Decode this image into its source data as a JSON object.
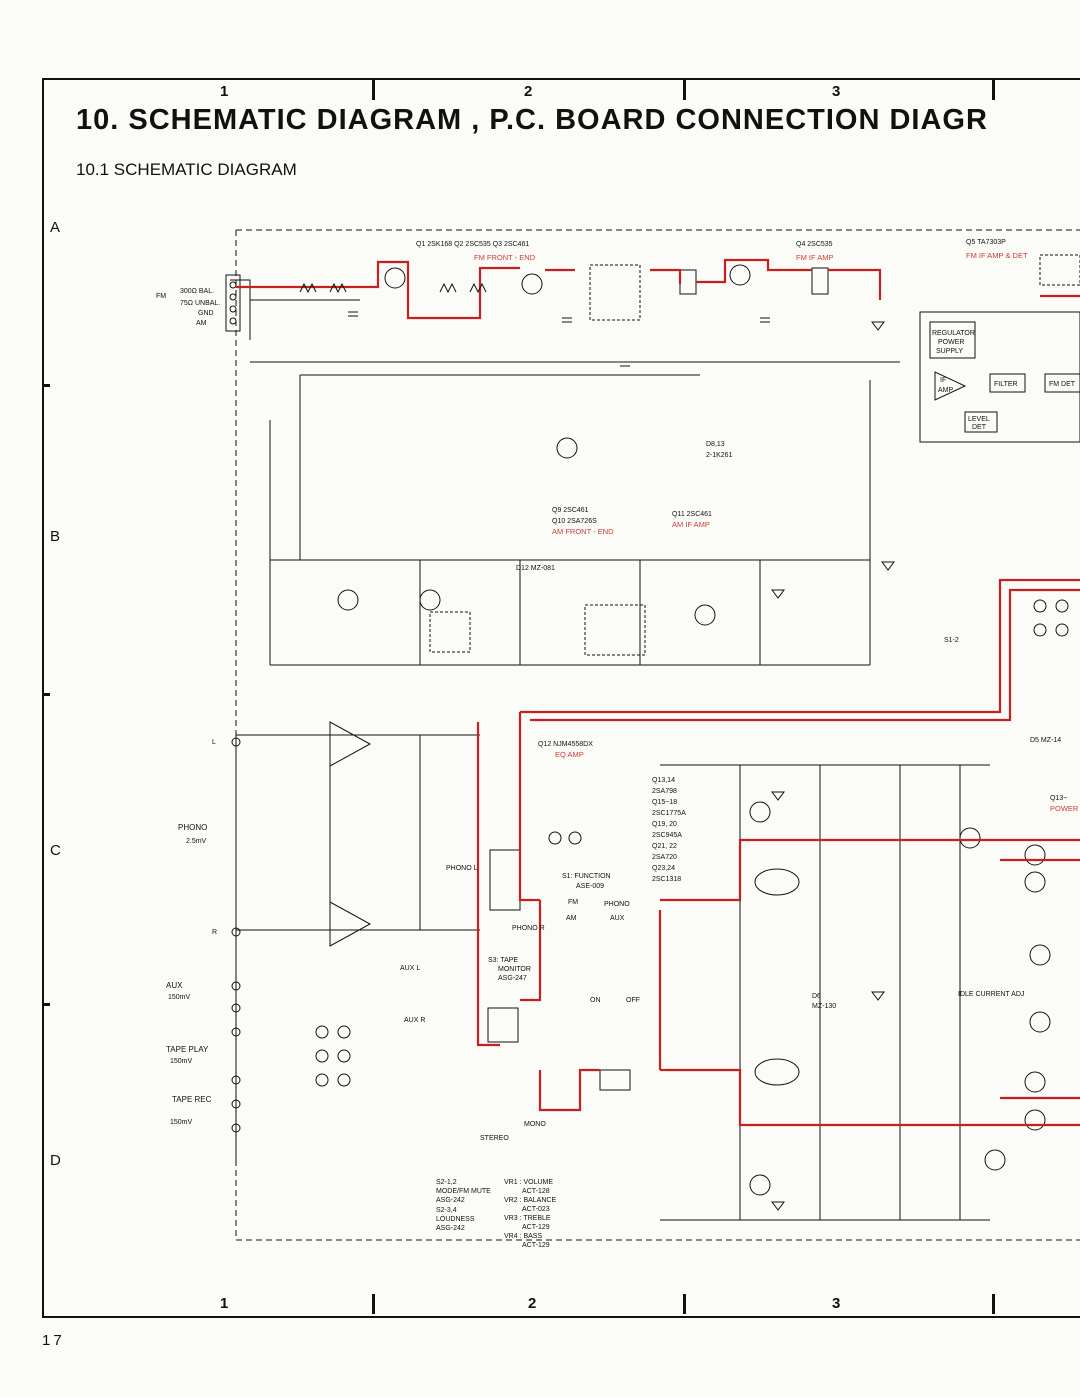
{
  "page": {
    "title": "10. SCHEMATIC  DIAGRAM , P.C.  BOARD  CONNECTION  DIAGR",
    "subtitle": "10.1  SCHEMATIC DIAGRAM",
    "page_number": "17",
    "columns_top": [
      "1",
      "2",
      "3"
    ],
    "columns_bottom": [
      "1",
      "2",
      "3"
    ],
    "rows": [
      "A",
      "B",
      "C",
      "D"
    ]
  },
  "sections": {
    "fm_frontend": {
      "parts": "Q1  2SK168     Q2  2SC535     Q3  2SC461",
      "function": "FM  FRONT - END"
    },
    "fm_if": {
      "parts": "Q4  2SC535",
      "function": "FM  IF  AMP"
    },
    "fm_det": {
      "parts": "Q5  TA7303P",
      "function": "FM IF AMP & DET"
    },
    "am_frontend": {
      "parts1": "Q9   2SC461",
      "parts2": "Q10  2SA726S",
      "function": "AM  FRONT - END"
    },
    "am_if": {
      "parts": "Q11   2SC461",
      "function": "AM  IF  AMP"
    },
    "eq_amp": {
      "parts": "Q12  NJM4558DX",
      "function": "EQ  AMP"
    },
    "power": {
      "parts": "Q13~",
      "function": "POWER"
    }
  },
  "ic_blocks": {
    "regulator": [
      "REGULATOR",
      "POWER",
      "SUPPLY"
    ],
    "if_amp": [
      "IF",
      "AMP"
    ],
    "filter": "FILTER",
    "fm_det": "FM DET",
    "level_det": [
      "LEVEL",
      "DET"
    ]
  },
  "inputs": {
    "fm_bal": "300Ω BAL.",
    "fm_unbal": "75Ω UNBAL.",
    "gnd": "GND",
    "am": "AM",
    "fm": "FM",
    "phono": "PHONO",
    "phono_level": "2.5mV",
    "aux": "AUX",
    "aux_level": "150mV",
    "tape_play": "TAPE  PLAY",
    "tape_play_level": "150mV",
    "tape_rec": "TAPE\nREC",
    "tape_rec_level": "150mV",
    "L": "L",
    "R": "R"
  },
  "transistor_list": [
    "Q13,14",
    "2SA798",
    "Q15~18",
    "2SC1775A",
    "Q19, 20",
    "2SC945A",
    "Q21, 22",
    "2SA720",
    "Q23,24",
    "2SC1318"
  ],
  "switch_notes": {
    "s1": "S1: FUNCTION",
    "s1_part": "ASE-009",
    "s3": "S3: TAPE",
    "s3_b": "MONITOR",
    "s3_part": "ASG-247",
    "s2_12": "S2-1,2",
    "s2_12_desc": "MODE/FM MUTE",
    "s2_12_part": "ASG-242",
    "s2_34": "S2-3,4",
    "s2_34_desc": "LOUDNESS",
    "s2_34_part": "ASG-242",
    "vr": [
      "VR1 : VOLUME",
      "ACT-128",
      "VR2 : BALANCE",
      "ACT-023",
      "VR3 : TREBLE",
      "ACT-129",
      "VR4 : BASS",
      "ACT-129"
    ],
    "fm": "FM",
    "phono": "PHONO",
    "am": "AM",
    "aux": "AUX",
    "stereo": "STEREO",
    "mono": "MONO",
    "on": "ON",
    "off": "OFF",
    "phono_l": "PHONO L",
    "phono_r": "PHONO R",
    "aux_l": "AUX L",
    "aux_r": "AUX R"
  },
  "misc": {
    "d8_13": "D8,13",
    "d8_13_part": "2-1K261",
    "d12": "D12   MZ-081",
    "d6": "D6",
    "d6_part": "MZ-130",
    "d5": "D5   MZ-14",
    "idle_current": "IDLE\nCURRENT\nADJ",
    "s1_2": "S1-2"
  }
}
